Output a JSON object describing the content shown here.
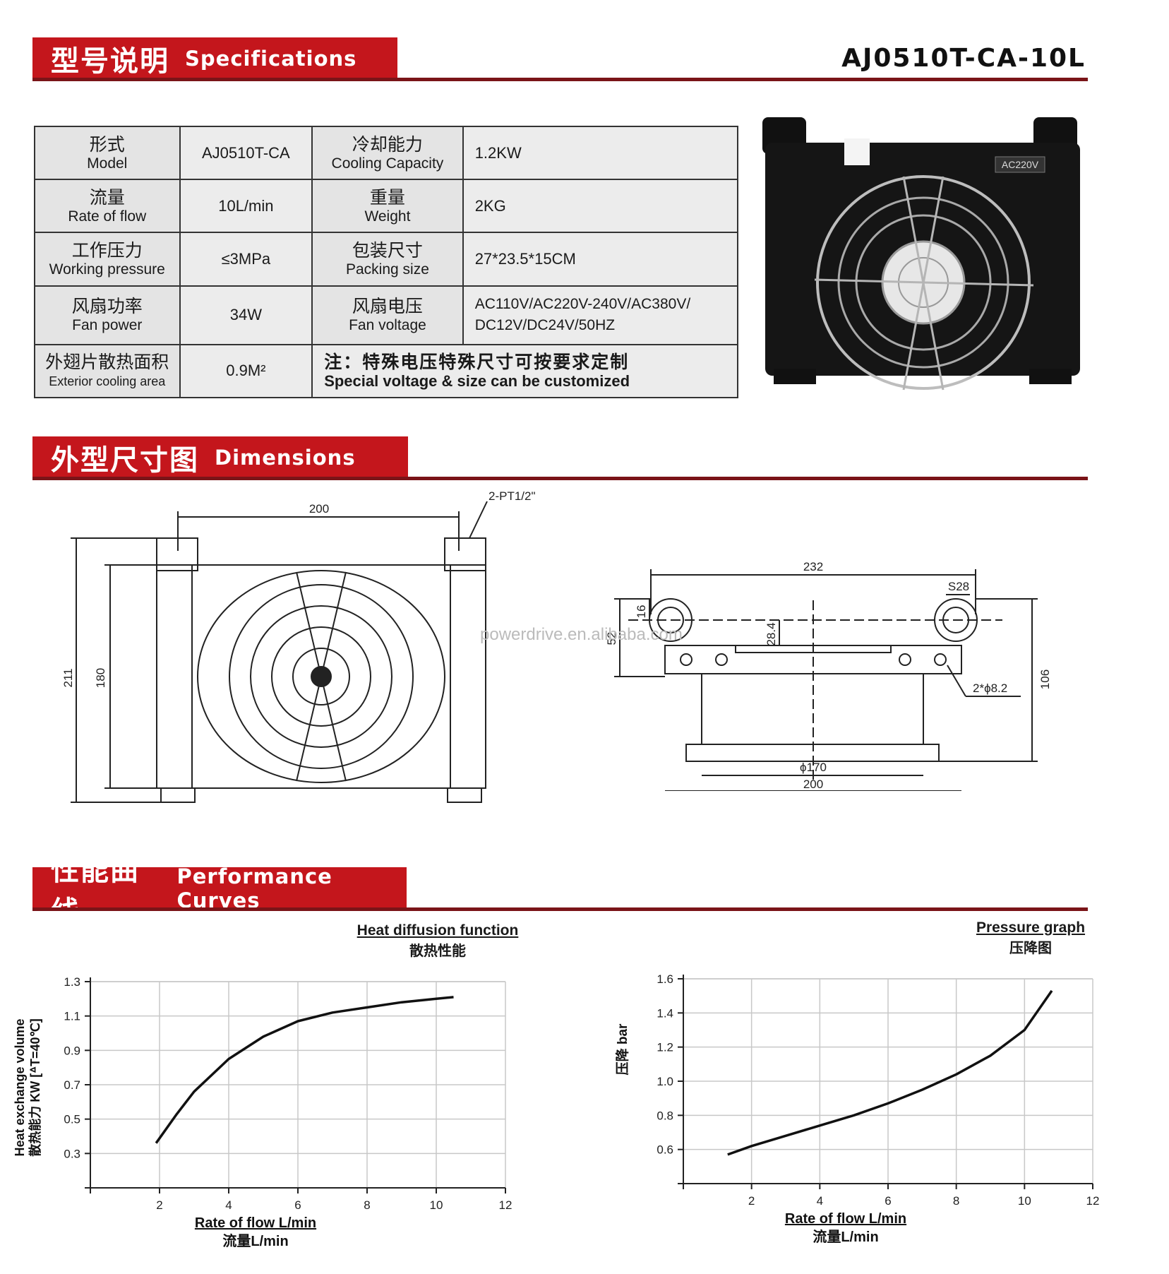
{
  "sections": {
    "spec": {
      "cn": "型号说明",
      "en": "Specifications"
    },
    "dim": {
      "cn": "外型尺寸图",
      "en": "Dimensions"
    },
    "perf": {
      "cn": "性能曲线",
      "en": "Performance Curves"
    }
  },
  "model_code": "AJ0510T-CA-10L",
  "spec_table": {
    "r1": {
      "l1_cn": "形式",
      "l1_en": "Model",
      "v1": "AJ0510T-CA",
      "l2_cn": "冷却能力",
      "l2_en": "Cooling Capacity",
      "v2": "1.2KW"
    },
    "r2": {
      "l1_cn": "流量",
      "l1_en": "Rate of flow",
      "v1": "10L/min",
      "l2_cn": "重量",
      "l2_en": "Weight",
      "v2": "2KG"
    },
    "r3": {
      "l1_cn": "工作压力",
      "l1_en": "Working pressure",
      "v1": "≤3MPa",
      "l2_cn": "包装尺寸",
      "l2_en": "Packing size",
      "v2": "27*23.5*15CM"
    },
    "r4": {
      "l1_cn": "风扇功率",
      "l1_en": "Fan power",
      "v1": "34W",
      "l2_cn": "风扇电压",
      "l2_en": "Fan voltage",
      "v2a": "AC110V/AC220V-240V/AC380V/",
      "v2b": "DC12V/DC24V/50HZ"
    },
    "r5": {
      "l1_cn": "外翅片散热面积",
      "l1_en": "Exterior cooling area",
      "v1": "0.9M²",
      "note_cn": "注：特殊电压特殊尺寸可按要求定制",
      "note_en": "Special voltage & size can be customized"
    }
  },
  "photo": {
    "label": "AC220V"
  },
  "dimensions": {
    "front": {
      "width_top": "200",
      "port": "2-PT1/2\"",
      "height_total": "211",
      "height_core": "180"
    },
    "side": {
      "width_total": "232",
      "hex": "S28",
      "d16": "16",
      "d52": "52",
      "d28": "28.4",
      "d106": "106",
      "holes": "2*ϕ8.2",
      "diam": "ϕ170",
      "width_base": "200"
    },
    "watermark": "powerdrive.en.alibaba.com"
  },
  "chart_data": [
    {
      "type": "line",
      "title": "Heat diffusion function",
      "title_cn": "散热性能",
      "xlabel": "Rate of flow L/min",
      "xlabel_cn": "流量L/min",
      "ylabel": "Heat exchange volume",
      "ylabel_cn": "散热能力 KW [ᐞT=40℃]",
      "x_ticks": [
        "2",
        "4",
        "6",
        "8",
        "10",
        "12"
      ],
      "y_ticks": [
        "0.3",
        "0.5",
        "0.7",
        "0.9",
        "1.1",
        "1.3"
      ],
      "xlim": [
        0,
        12
      ],
      "ylim": [
        0.1,
        1.3
      ],
      "grid": true,
      "series": [
        {
          "x": [
            1.9,
            2.5,
            3,
            4,
            5,
            6,
            7,
            8,
            9,
            10,
            10.5
          ],
          "y": [
            0.36,
            0.53,
            0.66,
            0.85,
            0.98,
            1.07,
            1.12,
            1.15,
            1.18,
            1.2,
            1.21
          ]
        }
      ]
    },
    {
      "type": "line",
      "title": "Pressure graph",
      "title_cn": "压降图",
      "xlabel": "Rate of flow L/min",
      "xlabel_cn": "流量L/min",
      "ylabel": "压降 bar",
      "x_ticks": [
        "2",
        "4",
        "6",
        "8",
        "10",
        "12"
      ],
      "y_ticks": [
        "0.6",
        "0.8",
        "1.0",
        "1.2",
        "1.4",
        "1.6"
      ],
      "xlim": [
        0,
        12
      ],
      "ylim": [
        0.4,
        1.6
      ],
      "grid": true,
      "series": [
        {
          "x": [
            1.3,
            2,
            3,
            4,
            5,
            6,
            7,
            8,
            9,
            10,
            10.8
          ],
          "y": [
            0.57,
            0.62,
            0.68,
            0.74,
            0.8,
            0.87,
            0.95,
            1.04,
            1.15,
            1.3,
            1.53
          ]
        }
      ]
    }
  ]
}
